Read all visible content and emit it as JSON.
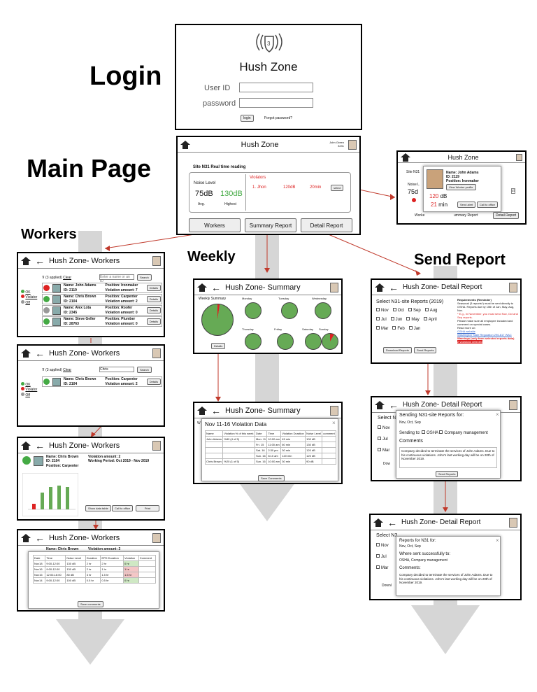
{
  "sections": {
    "login": "Login",
    "main": "Main Page",
    "workers": "Workers",
    "weekly": "Weekly",
    "send": "Send Report"
  },
  "login": {
    "app": "Hush Zone",
    "user_label": "User ID",
    "pass_label": "password",
    "login_btn": "login",
    "forgot": "Forgot password?"
  },
  "main": {
    "title": "Hush Zone",
    "user": "John Green",
    "user_id": "3231",
    "site": "Site N31 Real time reading",
    "noise_label": "Noise Level",
    "avg_val": "75dB",
    "avg_lbl": "Avg.",
    "high_val": "130dB",
    "high_lbl": "Highest",
    "violators_lbl": "Violators",
    "v_num": "1.",
    "v_name": "Jhon",
    "v_db": "120dB",
    "v_min": "20min",
    "select": "select",
    "b_workers": "Workers",
    "b_summary": "Summary Report",
    "b_detail": "Detail Report"
  },
  "popup": {
    "title": "Hush Zone",
    "site": "Site N31",
    "noise": "Noise L",
    "avg": "75d",
    "name": "Name: John Adams",
    "id": "ID: 2119",
    "pos": "Position: Ironmaker",
    "view": "View Worker profile",
    "db": "120",
    "db_unit": "dB",
    "min": "21",
    "min_unit": "min",
    "alert": "Send alert",
    "call": "Call to office",
    "tab1": "Worke",
    "tab2": "ummary Report",
    "tab3": "Detail Report",
    "sel": "ct"
  },
  "workers1": {
    "title": "Hush Zone- Workers",
    "applied": "(3 applied)",
    "clear": "Clear",
    "search_ph": "Enter a name or an ID",
    "search": "Search",
    "ok": "OK",
    "violator": "Violator",
    "off": "Off",
    "rows": [
      {
        "name": "Name: John Adams",
        "id": "ID: 2119",
        "pos": "Position: Ironmaker",
        "viol": "Violation amount: 7",
        "color": "#d22"
      },
      {
        "name": "Name: Chris Brown",
        "id": "ID: 2104",
        "pos": "Position: Carpenter",
        "viol": "Violation amount: 2",
        "color": "#4a4"
      },
      {
        "name": "Name: Alex Lota",
        "id": "ID: 2345",
        "pos": "Position: Roofer",
        "viol": "Violation amount: 0",
        "color": "#999"
      },
      {
        "name": "Name: Steve Geller",
        "id": "ID: 28763",
        "pos": "Position: Plumber",
        "viol": "Violation amount: 0",
        "color": "#4a4"
      }
    ],
    "details": "Details"
  },
  "workers2": {
    "title": "Hush Zone- Workers",
    "applied": "(3 applied)",
    "clear": "Clear",
    "query": "Chris",
    "search": "Search",
    "name": "Name: Chris Brown",
    "id": "ID: 2104",
    "pos": "Position: Carpenter",
    "viol": "Violation amount: 2",
    "details": "Details",
    "ok": "OK",
    "violator": "Violator",
    "off": "Off"
  },
  "workers3": {
    "title": "Hush Zone- Workers",
    "name": "Name: Chris Brown",
    "id": "ID: 2104",
    "pos": "Position: Carpenter",
    "viol": "Violation amount: 2",
    "period": "Working Period: Oct 2019 - Nov 2019",
    "show": "Show data table",
    "call": "Call to office",
    "print": "Print"
  },
  "workers4": {
    "title": "Hush Zone- Workers",
    "name": "Name: Chris Brown",
    "viol": "Violation amount: 2",
    "headers": [
      "Date",
      "Time",
      "Noise Level",
      "Duration",
      "EPD Duration",
      "Violation",
      "Comment"
    ],
    "rows": [
      [
        "Nov18",
        "9:00-12:00",
        "130 dB",
        "2 hr",
        "2 hr",
        "0 hr"
      ],
      [
        "Nov16",
        "9:00-12:00",
        "130 dB",
        "2 hr",
        "1 hr",
        "1 hr"
      ],
      [
        "Nov15",
        "12:00-16:00",
        "80 dB",
        "3 hr",
        "1.5 hr",
        "1.5 hr"
      ],
      [
        "Nov14",
        "9:00-12:00",
        "100 dB",
        "0.5 hr",
        "0.5 hr",
        "0 hr"
      ]
    ],
    "save": "Save comments"
  },
  "summary1": {
    "title": "Hush Zone- Summary",
    "weekly": "Weekly Summary",
    "days": [
      "Monday",
      "Tuesday",
      "Wednesday",
      "Thursday",
      "Friday",
      "Saturday",
      "Sunday"
    ],
    "details": "Details"
  },
  "summary2": {
    "title": "Hush Zone- Summary",
    "modal_title": "Nov 11-16 Violation Data",
    "w": "W",
    "headers": [
      "Name",
      "Violation % of this week",
      "Date",
      "Time",
      "Violation Duration",
      "Noise Level",
      "comment"
    ],
    "rows": [
      [
        "John Adams",
        "%80 (4 of 5)",
        "Mon. 11",
        "10:00 am",
        "45 min",
        "100 dB"
      ],
      [
        "",
        "",
        "Fri. 15",
        "11:00 am",
        "60 min",
        "130 dB"
      ],
      [
        "",
        "",
        "Sat. 16",
        "2:30 pm",
        "30 min",
        "120 dB"
      ],
      [
        "",
        "",
        "Sun. 16",
        "8:10 am",
        "120 min",
        "120 dB"
      ],
      [
        "Chris Brown",
        "%20 (1 of 5)",
        "Sun. 16",
        "10:00 am",
        "30 min",
        "90 dB"
      ]
    ],
    "save": "Save Comments"
  },
  "detail1": {
    "title": "Hush Zone- Detail Report",
    "select": "Select N31-site Reports (2019)",
    "months": [
      [
        "Nov",
        "Oct",
        "Sep",
        "Aug"
      ],
      [
        "Jul",
        "Jun",
        "May",
        "April"
      ],
      [
        "Mar",
        "Feb",
        "Jan"
      ]
    ],
    "req": "Requirements (Reminder)",
    "req1": "Seasonal (3 reports*) must be sent directly to OSHA. Reports due by 15th of Jan, May, Aug, Nov.",
    "req2": "* E.g., in November, you must send Nov, Oct and Sep reports.",
    "req3": "Please make sure all employee included and comment on special cases.",
    "more": "Read more on:",
    "link1": "OSHA website",
    "link2": "Washington State Regulation 296-817 WAC",
    "warn": "Warnings (only from selected reports data)",
    "alert": "2 violations detected",
    "download": "Download Reports",
    "send": "Send Reports"
  },
  "detail2": {
    "title": "Hush Zone- Detail Report",
    "sel": "Select N",
    "m1": "Nov",
    "m2": "Jul",
    "m3": "Mar",
    "modal_title": "Sending N31-site Reports for:",
    "months": "Nov, Oct, Sep",
    "sending": "Sending to:",
    "osha": "OSHA",
    "company": "Company management",
    "comments": "Comments",
    "text": "Company decided to terminate the services of John Adams. Due to his continuous violations. John's last working day will be on 20th of November 2019.",
    "send": "Send Reports",
    "dl": "Dow"
  },
  "detail3": {
    "title": "Hush Zone- Detail Report",
    "sel": "Select N3",
    "m1": "Nov",
    "m2": "Jul",
    "m3": "Mar",
    "modal_title": "Reports for N31 for:",
    "months": "Nov, Oct, Sep",
    "sent": "Where sent successfully to:",
    "to": "OSHA, Company management",
    "comments": "Comments:",
    "text": "Company decided to terminate the services of John Adams. Due to his continuous violations. John's last working day will be on 20th of November 2019.",
    "dl": "Downl"
  }
}
